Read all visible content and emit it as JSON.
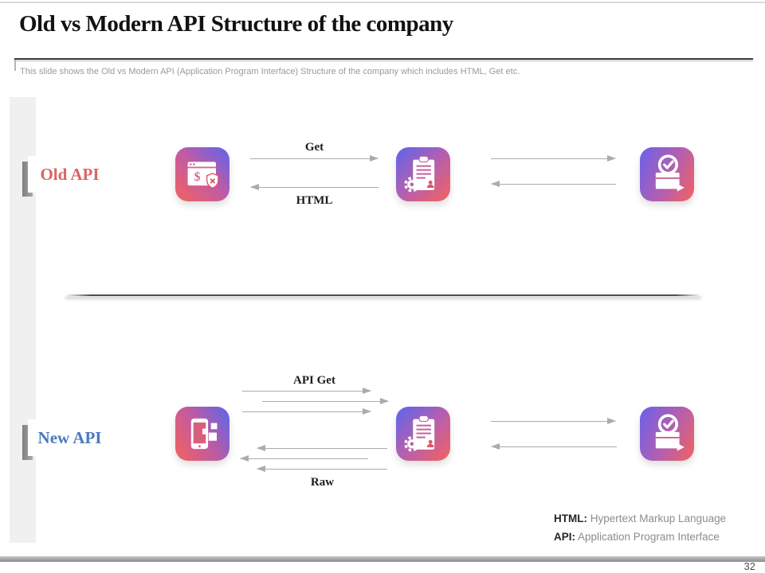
{
  "slide": {
    "title": "Old vs Modern API Structure of the company",
    "subtitle": "This slide shows the Old vs Modern API (Application Program Interface) Structure of the company which includes HTML, Get etc.",
    "page_number": "32"
  },
  "rows": {
    "old": {
      "label": "Old API",
      "top_arrow_label": "Get",
      "bottom_arrow_label": "HTML",
      "icons": [
        "browser-payment-error-icon",
        "clipboard-gear-icon",
        "approved-window-icon"
      ]
    },
    "new": {
      "label": "New API",
      "top_arrow_label": "API Get",
      "bottom_arrow_label": "Raw",
      "icons": [
        "smartphone-apps-icon",
        "clipboard-gear-icon",
        "approved-window-icon"
      ]
    }
  },
  "icons": {
    "browser_dollar_glyph": "$"
  },
  "legend": {
    "items": [
      {
        "term": "HTML:",
        "definition": "Hypertext Markup Language"
      },
      {
        "term": "API:",
        "definition": "Application Program Interface"
      }
    ]
  },
  "colors": {
    "old_api_text": "#d96563",
    "new_api_text": "#4a79bd",
    "icon_gradient": [
      "#f4625e",
      "#b55fae",
      "#5a66ee"
    ],
    "arrow": "#ababab"
  }
}
